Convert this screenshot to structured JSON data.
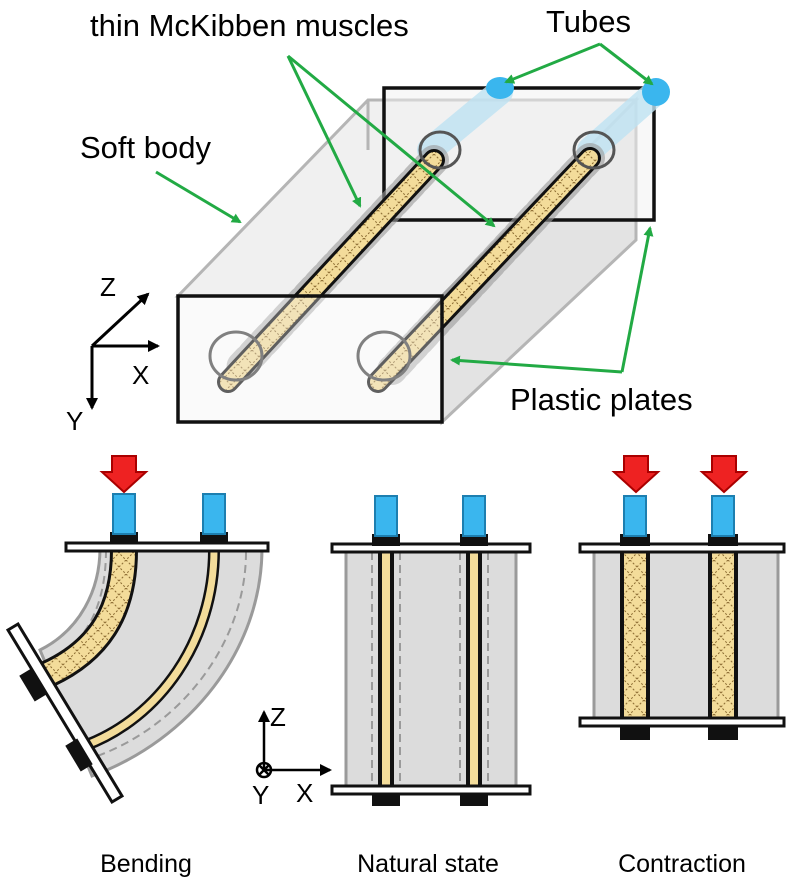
{
  "labels": {
    "muscles": "thin McKibben muscles",
    "tubes": "Tubes",
    "soft_body": "Soft body",
    "plastic_plates": "Plastic plates"
  },
  "axes_3d": {
    "z": "Z",
    "x": "X",
    "y": "Y"
  },
  "axes_2d": {
    "z": "Z",
    "x": "X",
    "y": "Y"
  },
  "captions": {
    "bending": "Bending",
    "natural": "Natural state",
    "contraction": "Contraction"
  },
  "colors": {
    "leader_arrow": "#22aa44",
    "pressure_arrow": "#ee2222",
    "tube": "#3ab6ee",
    "muscle": "#f3dc9a",
    "body": "#d9d9d9",
    "plate": "#111111"
  }
}
